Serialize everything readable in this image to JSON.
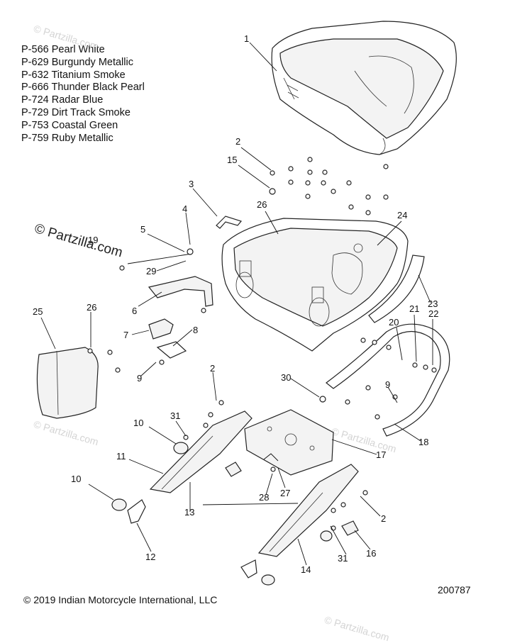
{
  "color_list": [
    "P-566 Pearl White",
    "P-629 Burgundy Metallic",
    "P-632 Titanium Smoke",
    "P-666 Thunder Black Pearl",
    "P-724 Radar Blue",
    "P-729 Dirt Track Smoke",
    "P-753 Coastal Green",
    "P-759 Ruby Metallic"
  ],
  "watermark": "© Partzilla.com",
  "watermark_faint": "© Partzilla.com",
  "copyright": "© 2019 Indian Motorcycle International, LLC",
  "diagram_id": "200787",
  "callouts": [
    "1",
    "2",
    "15",
    "3",
    "4",
    "26",
    "24",
    "5",
    "19",
    "29",
    "6",
    "23",
    "25",
    "26",
    "7",
    "8",
    "20",
    "21",
    "22",
    "9",
    "30",
    "9",
    "2",
    "31",
    "10",
    "17",
    "18",
    "11",
    "27",
    "28",
    "10",
    "13",
    "2",
    "12",
    "31",
    "16",
    "14"
  ]
}
